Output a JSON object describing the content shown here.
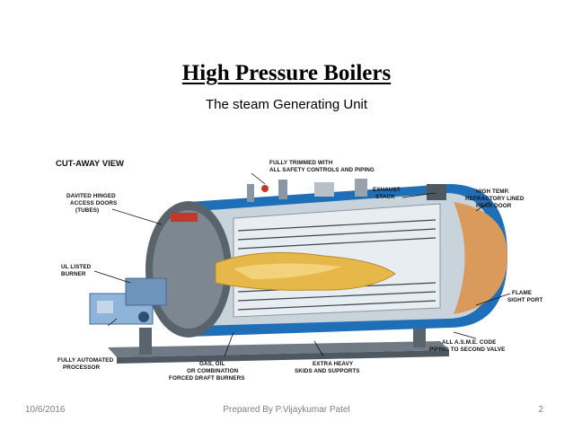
{
  "slide": {
    "title": "High Pressure Boilers",
    "subtitle": "The steam Generating Unit"
  },
  "figure": {
    "heading": "CUT-AWAY VIEW",
    "labels": {
      "trimmed": [
        "FULLY TRIMMED WITH",
        "ALL SAFETY CONTROLS AND PIPING"
      ],
      "exhaust": [
        "EXHAUST",
        "STACK"
      ],
      "rear_door": [
        "HIGH TEMP.",
        "REFRACTORY LINED",
        "REAR DOOR"
      ],
      "davited": [
        "DAVITED HINGED",
        "ACCESS DOORS",
        "(TUBES)"
      ],
      "burner": [
        "UL LISTED",
        "BURNER"
      ],
      "flame": [
        "FLAME",
        "SIGHT PORT"
      ],
      "processor": [
        "FULLY AUTOMATED",
        "PROCESSOR"
      ],
      "gas_oil": [
        "GAS, OIL",
        "OR COMBINATION",
        "FORCED DRAFT BURNERS"
      ],
      "skids": [
        "EXTRA HEAVY",
        "SKIDS AND SUPPORTS"
      ],
      "asme": [
        "ALL A.S.M.E. CODE",
        "PIPING TO SECOND VALVE"
      ]
    },
    "colors": {
      "shell_blue": "#1f6fb8",
      "shell_dark": "#0d3f73",
      "burner_blue": "#8fb4d9",
      "flame": "#e6b84a",
      "skid": "#6f7a84",
      "grey": "#9aa3ab"
    }
  },
  "footer": {
    "date": "10/6/2016",
    "author": "Prepared By P.Vijaykumar Patel",
    "page": "2"
  }
}
